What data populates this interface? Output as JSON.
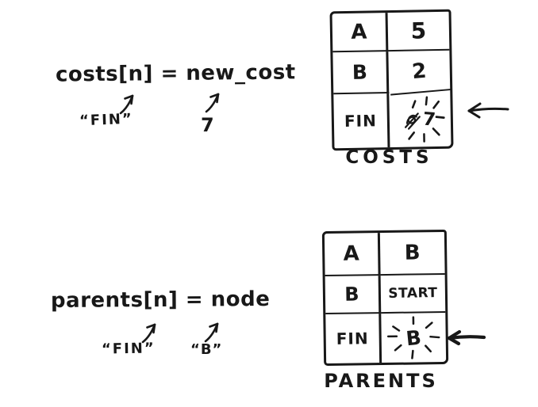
{
  "ink_color": "#181818",
  "background_color": "#ffffff",
  "costs_section": {
    "formula": "costs[n] = new_cost",
    "key_annotation": "“FIN”",
    "value_annotation": "7",
    "table": {
      "title": "COSTS",
      "rows": [
        {
          "key": "A",
          "value": "5"
        },
        {
          "key": "B",
          "value": "2"
        },
        {
          "key": "FIN",
          "value": "7"
        }
      ]
    }
  },
  "parents_section": {
    "formula": "parents[n] = node",
    "key_annotation": "“FIN”",
    "value_annotation": "“B”",
    "table": {
      "title": "PARENTS",
      "rows": [
        {
          "key": "A",
          "value": "B"
        },
        {
          "key": "B",
          "value": "START"
        },
        {
          "key": "FIN",
          "value": "B"
        }
      ]
    }
  }
}
